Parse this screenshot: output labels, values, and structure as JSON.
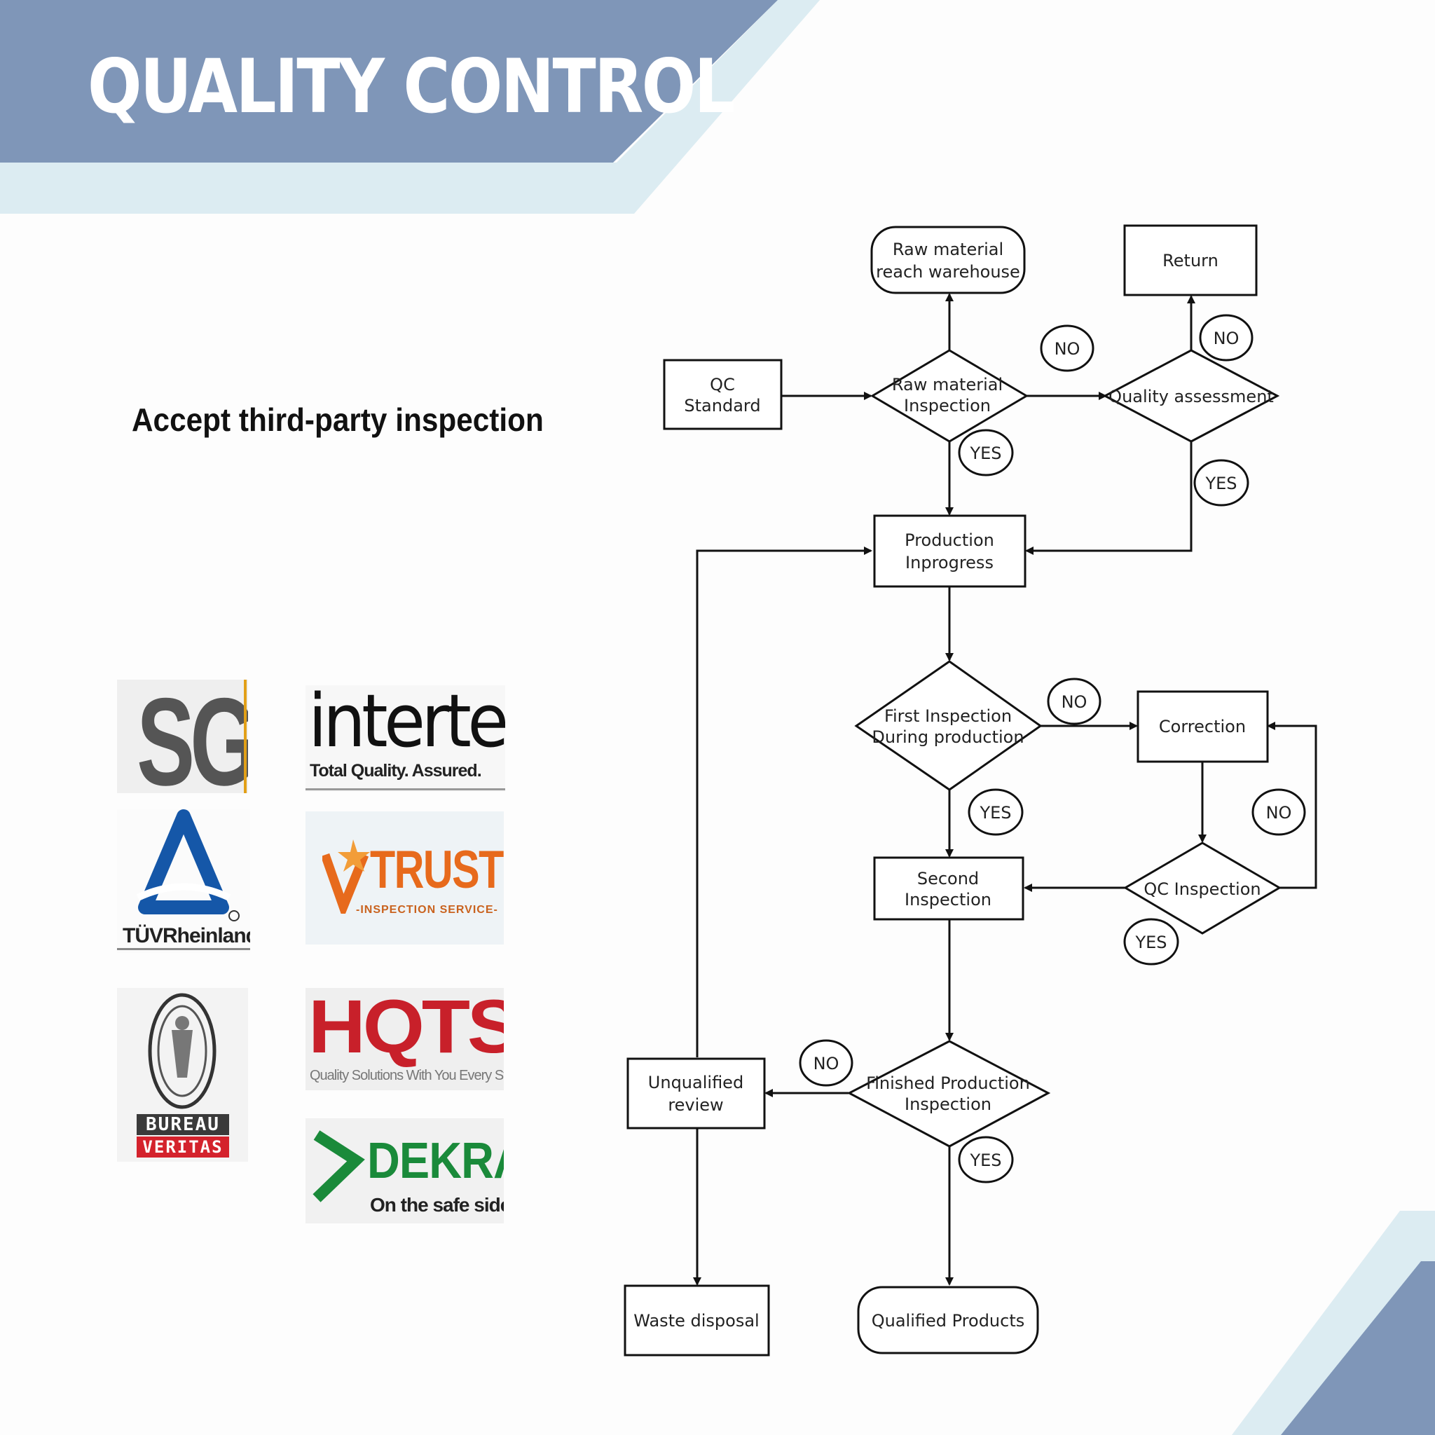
{
  "header": {
    "title": "QUALITY CONTROL",
    "banner_color": "#7f96b8",
    "accent_color": "#dcecf2"
  },
  "left_panel": {
    "subtitle": "Accept third-party inspection",
    "logos": {
      "sgs": "SGS",
      "intertek": {
        "name": "intertek",
        "tagline": "Total Quality. Assured."
      },
      "tuv": "TÜVRheinland",
      "vtrust": {
        "name": "TRUST",
        "tagline": "-INSPECTION SERVICE-"
      },
      "bureau_veritas": {
        "line1": "BUREAU",
        "line2": "VERITAS"
      },
      "hqts": {
        "name": "HQTS",
        "tagline": "Quality Solutions With You Every Step"
      },
      "dekra": {
        "name": "DEKRA",
        "tagline": "On the safe side."
      }
    }
  },
  "flowchart": {
    "nodes": {
      "raw_material_reach": [
        "Raw material",
        "reach warehouse"
      ],
      "return": [
        "Return"
      ],
      "qc_standard": [
        "QC",
        "Standard"
      ],
      "raw_material_inspection": [
        "Raw material",
        "Inspection"
      ],
      "quality_assessment": [
        "Quality assessment"
      ],
      "production_inprogress": [
        "Production",
        "Inprogress"
      ],
      "first_inspection": [
        "First Inspection",
        "During production"
      ],
      "correction": [
        "Correction"
      ],
      "second_inspection": [
        "Second",
        "Inspection"
      ],
      "qc_inspection": [
        "QC Inspection"
      ],
      "unqualified_review": [
        "Unqualified",
        "review"
      ],
      "finished_inspection": [
        "Finished Production",
        "Inspection"
      ],
      "waste_disposal": [
        "Waste disposal"
      ],
      "qualified_products": [
        "Qualified Products"
      ]
    },
    "labels": {
      "no": "NO",
      "yes": "YES"
    }
  }
}
